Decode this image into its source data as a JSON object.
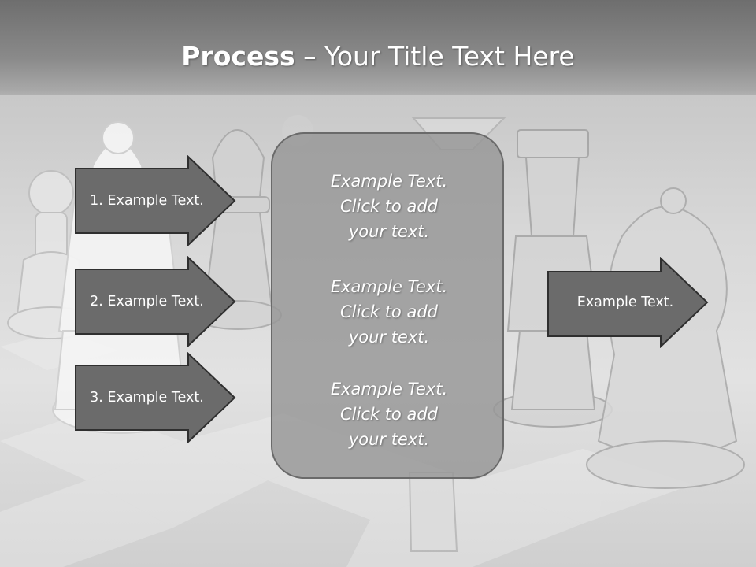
{
  "slide": {
    "title_bold": "Process",
    "title_rest": " – Your Title Text Here",
    "left_steps": [
      {
        "label": "1. Example Text."
      },
      {
        "label": "2. Example Text."
      },
      {
        "label": "3. Example Text."
      }
    ],
    "center_blocks": [
      {
        "line1": "Example Text.",
        "line2": "Click  to add",
        "line3": "your text."
      },
      {
        "line1": "Example Text.",
        "line2": "Click  to add",
        "line3": "your text."
      },
      {
        "line1": "Example Text.",
        "line2": "Click  to add",
        "line3": "your text."
      }
    ],
    "right_arrow": {
      "label": "Example Text."
    }
  },
  "colors": {
    "arrow_fill": "#6b6b6b",
    "arrow_stroke": "#2f2f2f",
    "box_fill": "#969696",
    "box_border": "#6a6a6a",
    "text": "#ffffff"
  }
}
